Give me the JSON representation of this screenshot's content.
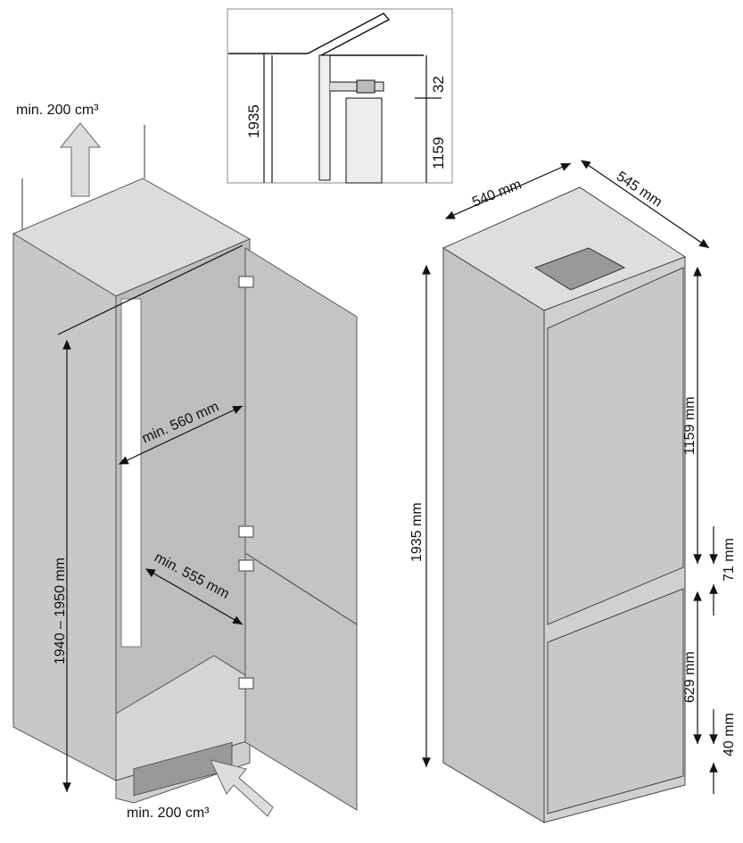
{
  "inset": {
    "total_height": "1935",
    "gap": "32",
    "door_height": "1159"
  },
  "cabinet": {
    "vent_top": "min. 200 cm³",
    "vent_bottom": "min. 200 cm³",
    "height": "1940 – 1950 mm",
    "width": "min. 560 mm",
    "depth": "min. 555 mm"
  },
  "appliance": {
    "width": "540 mm",
    "depth": "545 mm",
    "height": "1935 mm",
    "upper_door": "1159 mm",
    "gap_middle": "71 mm",
    "lower_door": "629 mm",
    "gap_bottom": "40 mm"
  },
  "colors": {
    "panel": "#c9c9c9",
    "panel_dark": "#b3b3b3",
    "panel_light": "#dedede",
    "line": "#111111"
  }
}
